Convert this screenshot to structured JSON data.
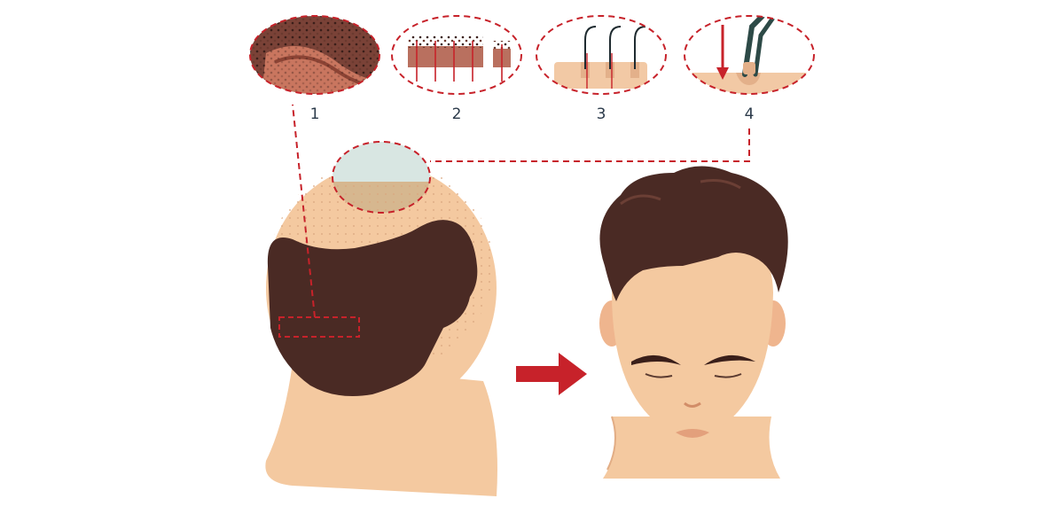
{
  "steps": [
    {
      "number": "1",
      "icon": "donor-strip-icon"
    },
    {
      "number": "2",
      "icon": "dissected-grafts-icon"
    },
    {
      "number": "3",
      "icon": "follicular-units-icon"
    },
    {
      "number": "4",
      "icon": "graft-implant-icon"
    }
  ],
  "colors": {
    "dashed_outline": "#c7222a",
    "arrow": "#c7222a",
    "hair": "#4a2a24",
    "skin": "#f4c9a0",
    "skin_shadow": "#e9b48a",
    "recipient_area": "#cfe3e3",
    "label_text": "#2b3a4a"
  }
}
